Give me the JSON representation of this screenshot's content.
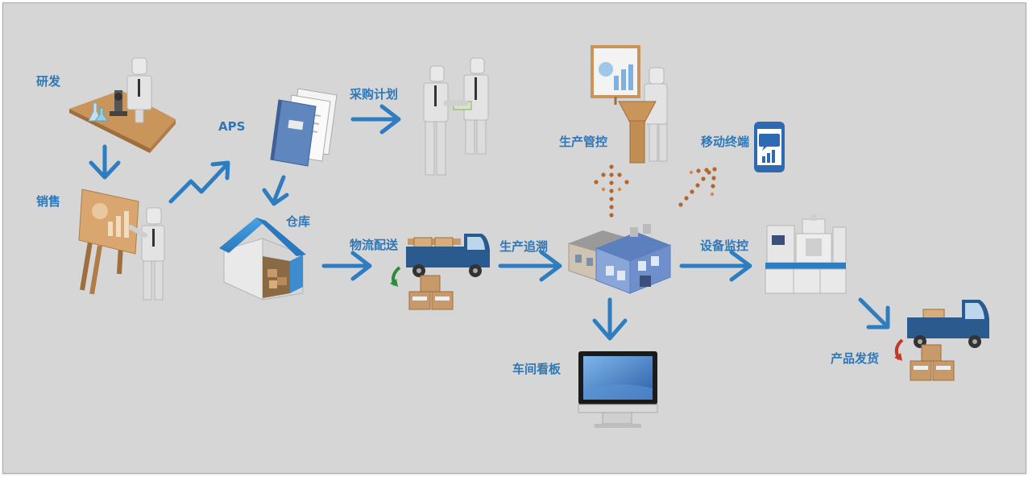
{
  "labels": {
    "rnd": "研发",
    "sales": "销售",
    "aps": "APS",
    "purchase": "采购计划",
    "warehouse": "仓库",
    "logistics": "物流配送",
    "trace": "生产追溯",
    "control": "生产管控",
    "mobile": "移动终端",
    "monitor": "设备监控",
    "board": "车间看板",
    "delivery": "产品发货"
  },
  "colors": {
    "arrow": "#2e7dc1",
    "label": "#2e77b8",
    "panel": "#d6d6d6",
    "wood": "#c9955a",
    "person": "#e6e6e6",
    "truck": "#2b5a8e",
    "box": "#c89a6a"
  },
  "icons": [
    "scientist-icon",
    "presenter-icon",
    "binder-icon",
    "handshake-icon",
    "podium-icon",
    "phone-icon",
    "warehouse-icon",
    "truck-icon",
    "factory-icon",
    "machine-icon",
    "monitor-icon"
  ]
}
